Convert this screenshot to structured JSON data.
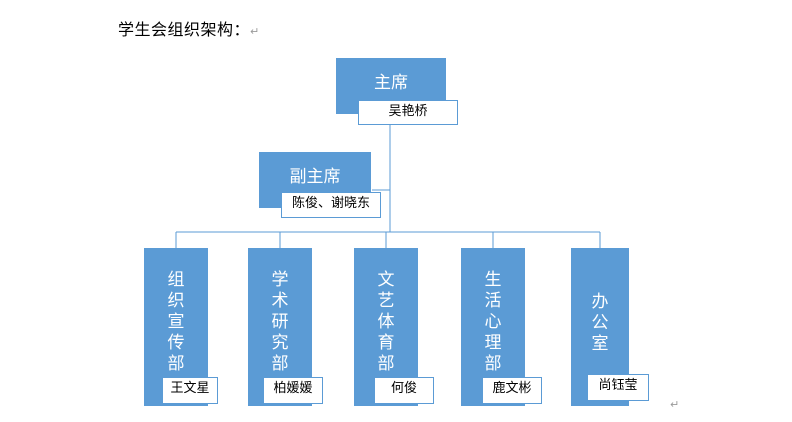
{
  "heading": "学生会组织架构：",
  "paragraph_mark": "↵",
  "chairman": {
    "title": "主席",
    "name": "吴艳桥"
  },
  "vice_chairman": {
    "title": "副主席",
    "name": "陈俊、谢晓东"
  },
  "departments": [
    {
      "title": "组织宣传部",
      "name": "王文星"
    },
    {
      "title": "学术研究部",
      "name": "柏媛媛"
    },
    {
      "title": "文艺体育部",
      "name": "何俊"
    },
    {
      "title": "生活心理部",
      "name": "鹿文彬"
    },
    {
      "title": "办公室",
      "name": "尚钰莹"
    }
  ],
  "colors": {
    "box": "#5b9bd5",
    "line": "#5b9bd5"
  }
}
